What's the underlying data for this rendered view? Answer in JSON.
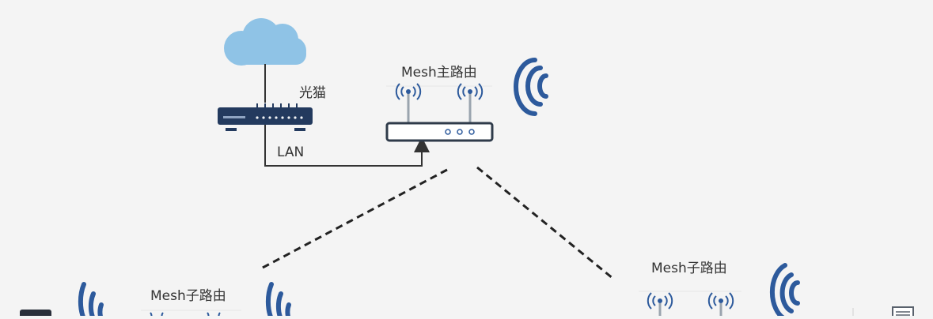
{
  "labels": {
    "modem": "光猫",
    "lan": "LAN",
    "main_router": "Mesh主路由",
    "sub_router_left": "Mesh子路由",
    "sub_router_right": "Mesh子路由"
  },
  "colors": {
    "cloud": "#8fc3e6",
    "signal": "#2d5a9c",
    "modem_body": "#233a5e",
    "modem_led": "#f2f4f6",
    "router_body": "#ffffff",
    "router_frame": "#2f3b4a",
    "line": "#333333",
    "link_dash": "#222222",
    "background": "#f4f4f4"
  },
  "icons": {
    "internet": "cloud-icon",
    "modem": "modem-icon",
    "router": "router-icon",
    "wifi": "wifi-signal-icon",
    "antenna": "antenna-icon"
  }
}
